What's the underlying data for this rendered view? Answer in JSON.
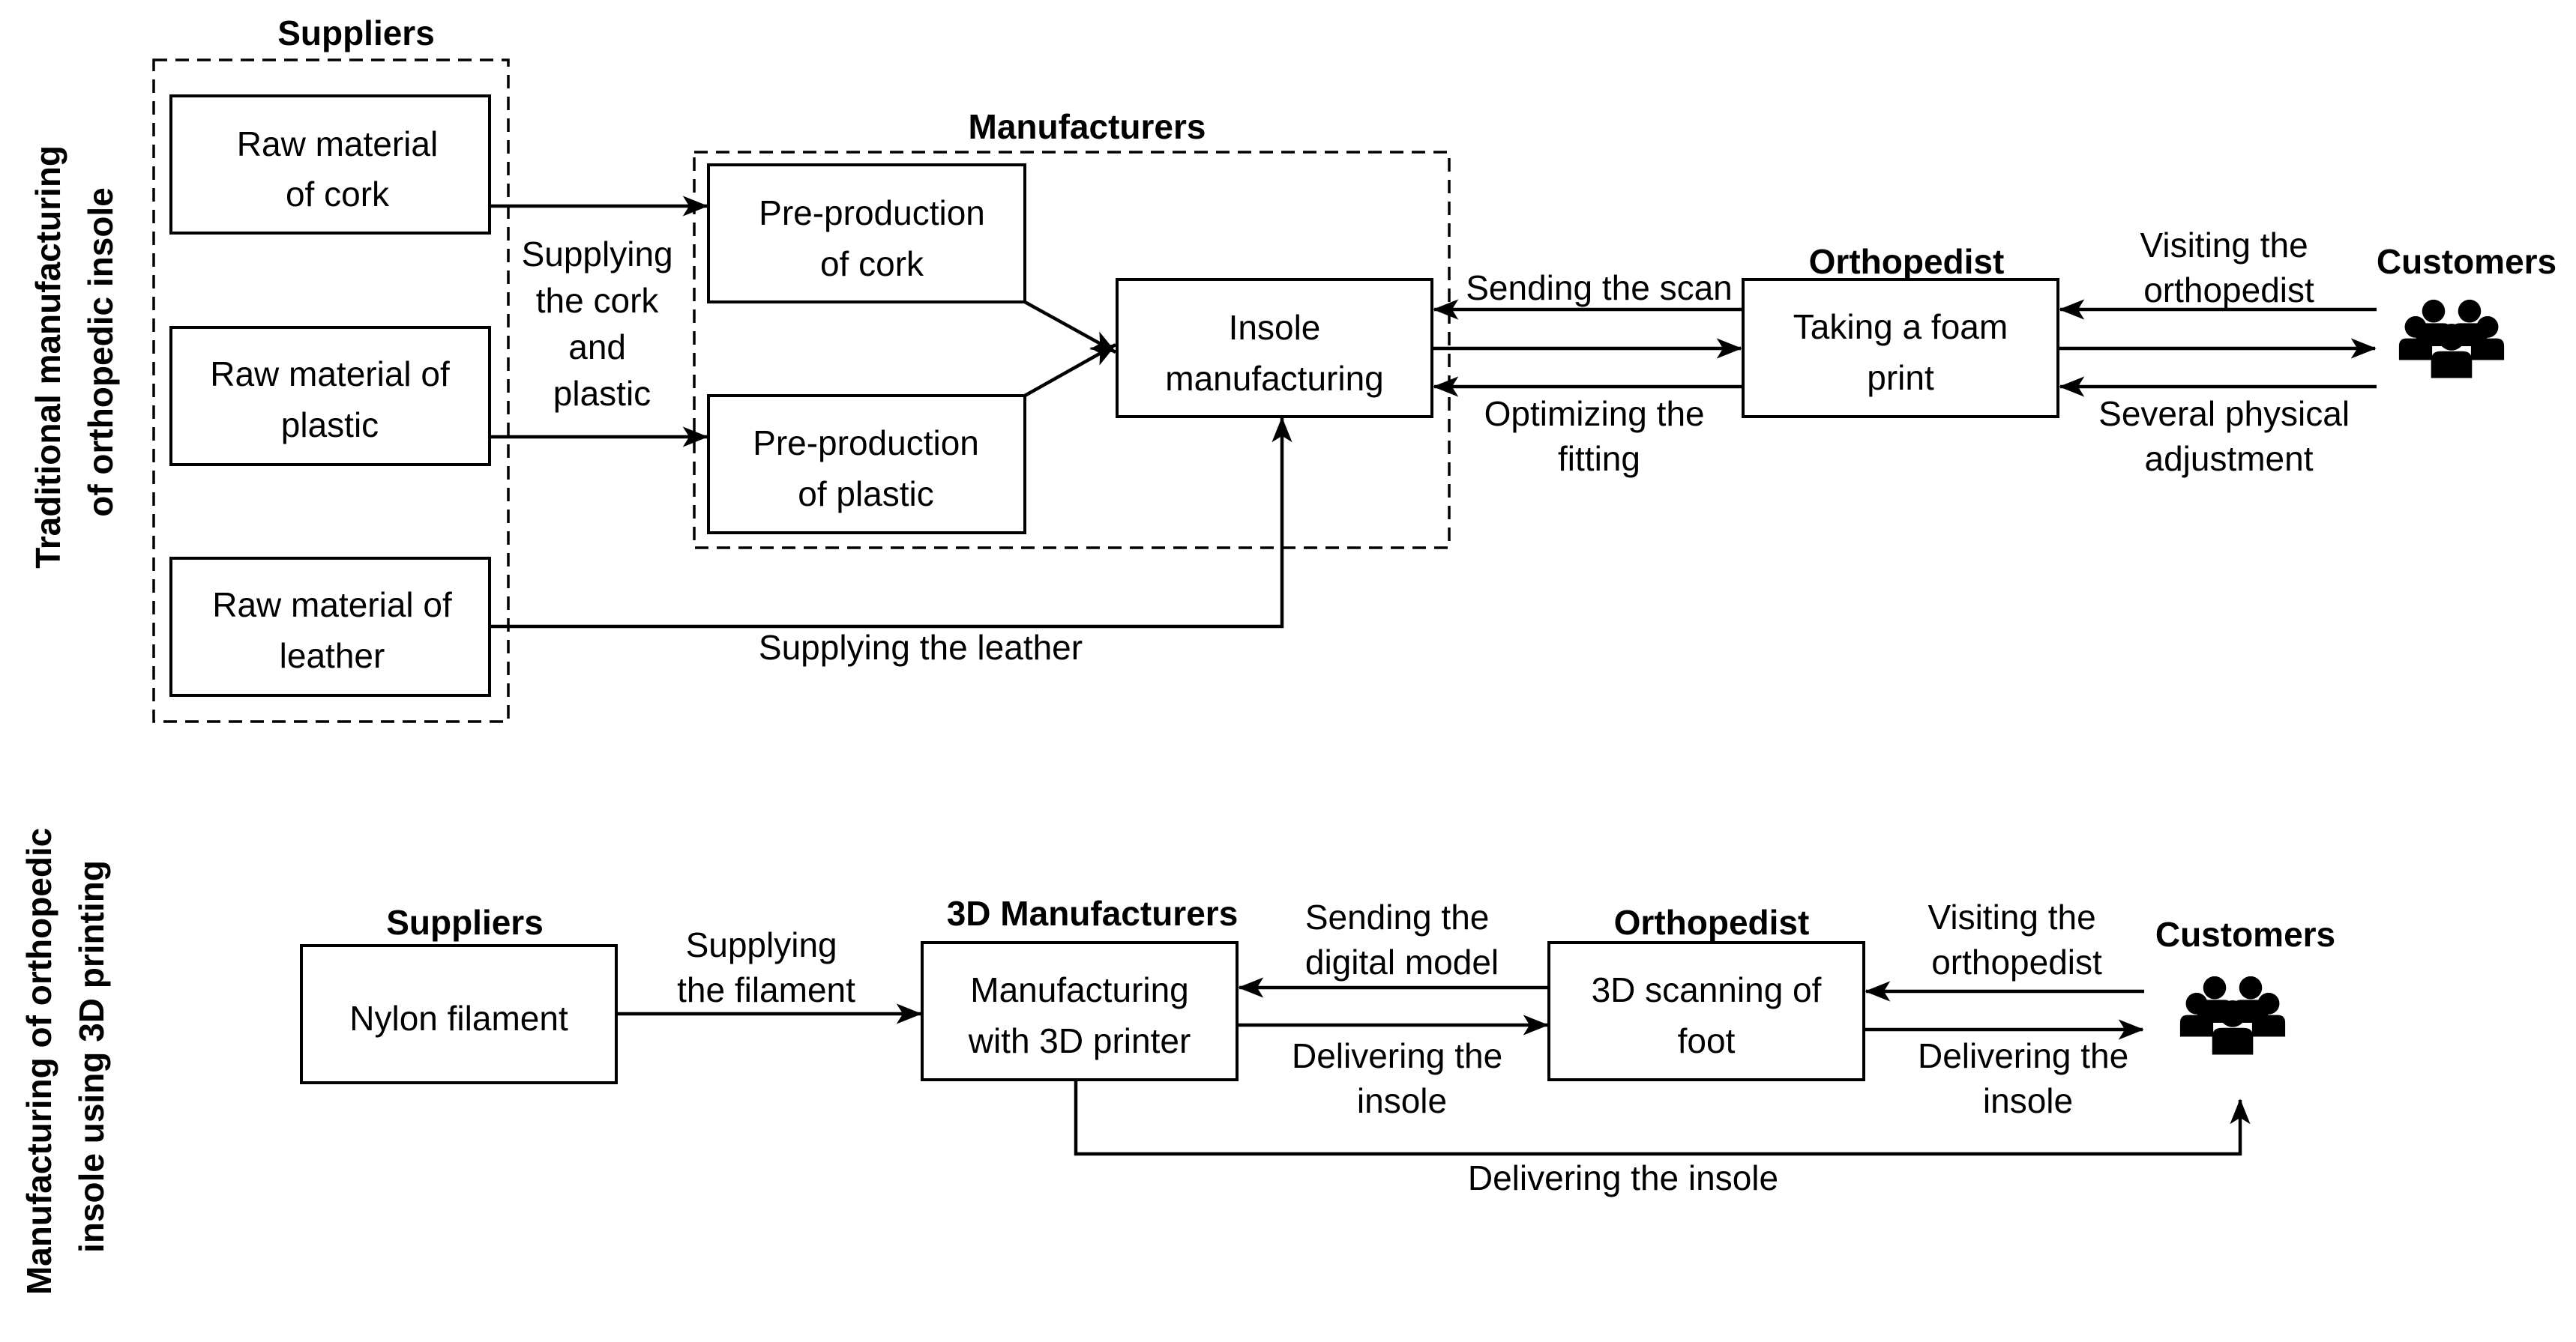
{
  "traditional": {
    "side_label": [
      "Traditional manufacturing",
      "of orthopedic insole"
    ],
    "suppliers_title": "Suppliers",
    "manufacturers_title": "Manufacturers",
    "orthopedist_title": "Orthopedist",
    "customers_title": "Customers",
    "raw_cork": [
      "Raw material",
      "of cork"
    ],
    "raw_plastic": [
      "Raw material of",
      "plastic"
    ],
    "raw_leather": [
      "Raw material of",
      "leather"
    ],
    "preprod_cork": [
      "Pre-production",
      "of cork"
    ],
    "preprod_plastic": [
      "Pre-production",
      "of plastic"
    ],
    "insole_manufacturing": [
      "Insole",
      "manufacturing"
    ],
    "foam_print": [
      "Taking a foam",
      "print"
    ],
    "supplying_cork_plastic": [
      "Supplying",
      "the cork",
      "and",
      "plastic"
    ],
    "supplying_leather": "Supplying the leather",
    "sending_scan": "Sending the scan",
    "optimizing_fitting": [
      "Optimizing the",
      "fitting"
    ],
    "visiting": [
      "Visiting the",
      "orthopedist"
    ],
    "several_adjustment": [
      "Several physical",
      "adjustment"
    ]
  },
  "printing": {
    "side_label": [
      "Manufacturing of orthopedic",
      "insole using 3D printing"
    ],
    "suppliers_title": "Suppliers",
    "manufacturers_title": "3D Manufacturers",
    "orthopedist_title": "Orthopedist",
    "customers_title": "Customers",
    "nylon": "Nylon filament",
    "manufacturing_3d": [
      "Manufacturing",
      "with 3D printer"
    ],
    "scanning": [
      "3D scanning of",
      "foot"
    ],
    "supplying_filament": [
      "Supplying",
      "the filament"
    ],
    "sending_model": [
      "Sending the",
      "digital model"
    ],
    "delivering_mid": [
      "Delivering the",
      "insole"
    ],
    "visiting": [
      "Visiting the",
      "orthopedist"
    ],
    "delivering_right": [
      "Delivering the",
      "insole"
    ],
    "delivering_bottom": "Delivering the insole"
  },
  "icons": {
    "customers": "people-group-icon"
  }
}
